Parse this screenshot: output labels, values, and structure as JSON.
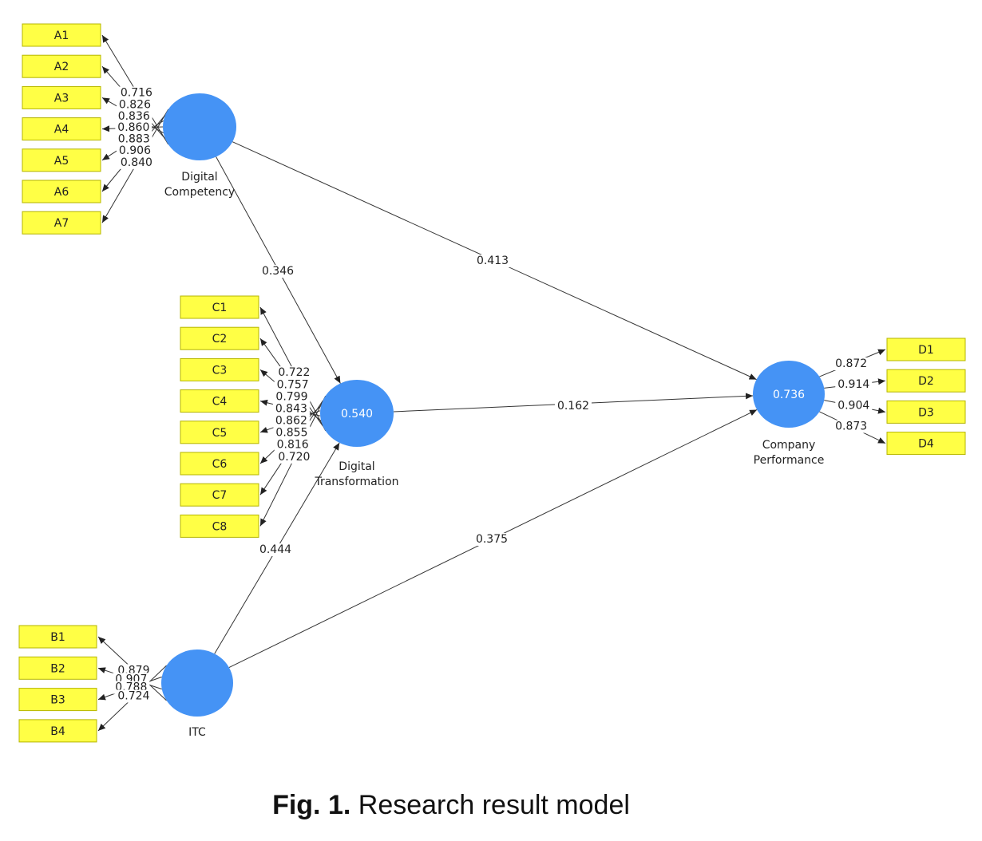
{
  "diagram": {
    "constructs": [
      {
        "id": "dc",
        "value": "",
        "label": [
          "Digital",
          "Competency"
        ]
      },
      {
        "id": "dt",
        "value": "0.540",
        "label": [
          "Digital",
          "Transformation"
        ]
      },
      {
        "id": "itc",
        "value": "",
        "label": [
          "ITC"
        ]
      },
      {
        "id": "cp",
        "value": "0.736",
        "label": [
          "Company",
          "Performance"
        ]
      }
    ],
    "indicator_groups": [
      {
        "construct": "dc",
        "indicators": [
          "A1",
          "A2",
          "A3",
          "A4",
          "A5",
          "A6",
          "A7"
        ],
        "loadings": [
          "0.716",
          "0.826",
          "0.836",
          "0.860",
          "0.883",
          "0.906",
          "0.840"
        ]
      },
      {
        "construct": "dt",
        "indicators": [
          "C1",
          "C2",
          "C3",
          "C4",
          "C5",
          "C6",
          "C7",
          "C8"
        ],
        "loadings": [
          "0.722",
          "0.757",
          "0.799",
          "0.843",
          "0.862",
          "0.855",
          "0.816",
          "0.720"
        ]
      },
      {
        "construct": "itc",
        "indicators": [
          "B1",
          "B2",
          "B3",
          "B4"
        ],
        "loadings": [
          "0.879",
          "0.907",
          "0.788",
          "0.724"
        ]
      },
      {
        "construct": "cp",
        "indicators": [
          "D1",
          "D2",
          "D3",
          "D4"
        ],
        "loadings": [
          "0.872",
          "0.914",
          "0.904",
          "0.873"
        ]
      }
    ],
    "paths": [
      {
        "from": "dc",
        "to": "dt",
        "coefficient": "0.346"
      },
      {
        "from": "dc",
        "to": "cp",
        "coefficient": "0.413"
      },
      {
        "from": "dt",
        "to": "cp",
        "coefficient": "0.162"
      },
      {
        "from": "itc",
        "to": "dt",
        "coefficient": "0.444"
      },
      {
        "from": "itc",
        "to": "cp",
        "coefficient": "0.375"
      }
    ],
    "colors": {
      "construct": "#4593f5",
      "indicator": "#ffff45"
    }
  },
  "caption": {
    "label": "Fig. 1.",
    "text": " Research result model"
  }
}
